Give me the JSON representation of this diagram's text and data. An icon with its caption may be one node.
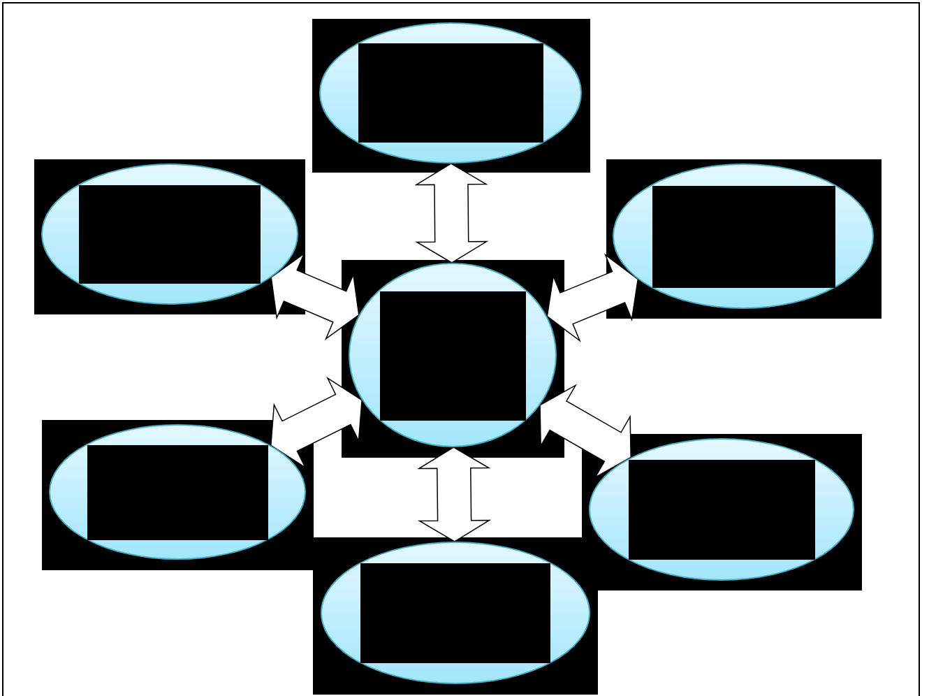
{
  "diagram": {
    "nodes": [
      {
        "text": [],
        "shape": "ellipse"
      },
      {
        "text": [],
        "shape": "ellipse"
      },
      {
        "text": [],
        "shape": "ellipse"
      },
      {
        "text": [],
        "shape": "ellipse"
      },
      {
        "text": [],
        "shape": "ellipse"
      },
      {
        "text": [],
        "shape": "ellipse"
      },
      {
        "text": [],
        "shape": "ellipse"
      }
    ],
    "edges": [
      {
        "from": 3,
        "to": 0,
        "arrow": "both"
      },
      {
        "from": 3,
        "to": 1,
        "arrow": "both"
      },
      {
        "from": 3,
        "to": 2,
        "arrow": "both"
      },
      {
        "from": 3,
        "to": 4,
        "arrow": "both"
      },
      {
        "from": 3,
        "to": 5,
        "arrow": "both"
      },
      {
        "from": 3,
        "to": 6,
        "arrow": "both"
      }
    ]
  }
}
